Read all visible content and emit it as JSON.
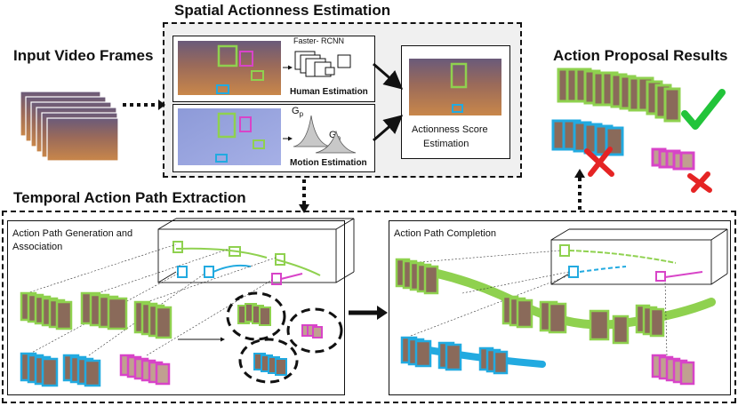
{
  "titles": {
    "input": "Input Video Frames",
    "spatial": "Spatial Actionness Estimation",
    "proposal": "Action Proposal  Results",
    "temporal": "Temporal Action Path Extraction"
  },
  "spatial": {
    "detector": "Faster- RCNN",
    "human": "Human Estimation",
    "motion": "Motion Estimation",
    "gp": "G",
    "gp_sub": "p",
    "gn": "G",
    "gn_sub": "n",
    "score_line1": "Actionness Score",
    "score_line2": "Estimation"
  },
  "temporal": {
    "generation_line1": "Action Path Generation and",
    "generation_line2": "Association",
    "completion": "Action Path Completion"
  },
  "colors": {
    "green": "#8fd14f",
    "cyan": "#22aae0",
    "magenta": "#d844c8",
    "check": "#22c43a",
    "cross": "#e52424"
  }
}
